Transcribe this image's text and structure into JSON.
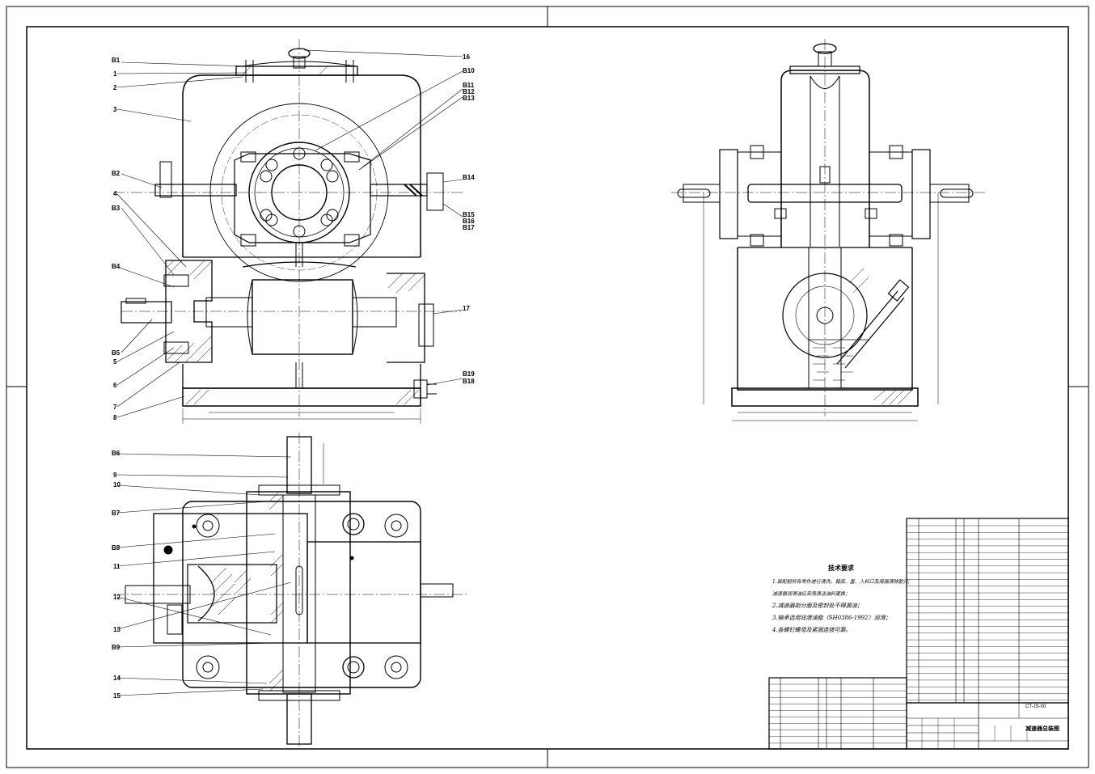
{
  "part_labels_left": [
    "B1",
    "1",
    "2",
    "3",
    "B2",
    "4",
    "B3",
    "B4",
    "B5",
    "5",
    "6",
    "7",
    "8"
  ],
  "part_labels_right_top": [
    "16",
    "B10",
    "B11",
    "B12",
    "B13",
    "B14",
    "B15",
    "B16",
    "B17",
    "17",
    "B19",
    "B18"
  ],
  "part_labels_plan": [
    "B6",
    "9",
    "10",
    "B7",
    "B8",
    "11",
    "12",
    "13",
    "B9",
    "14",
    "15"
  ],
  "technical_requirements": {
    "title": "技术要求",
    "lines": [
      "1.装配前所有零件进行清洗，箱底、盖、入料口及周围清除脏污;",
      "减速器润滑油应采用清洁油料更换；",
      "2.减速器剖分面及密封处不得漏油；",
      "3.轴承选用润滑油脂（SH0386-1992）润滑；",
      "4.各螺钉螺母及紧固连接可靠。"
    ]
  },
  "title_block": {
    "drawing_no": "CT-JS-00",
    "drawing_name": "减速器总装图"
  }
}
